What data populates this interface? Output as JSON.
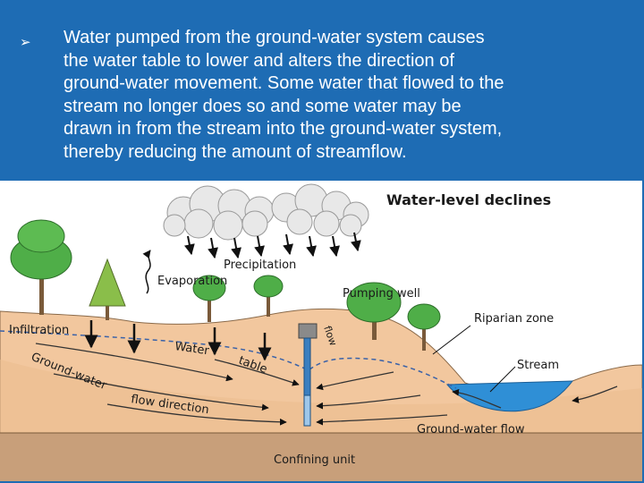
{
  "slide": {
    "bullet_lines": [
      "Water pumped from the ground-water system causes",
      "the water table to lower and alters the direction of",
      "ground-water movement. Some water that flowed to the",
      "stream no longer does so and some water may be",
      "drawn in from the stream into the ground-water system,",
      "thereby reducing the amount of streamflow."
    ]
  },
  "diagram": {
    "title": "Water-level declines",
    "labels": {
      "precipitation": "Precipitation",
      "evaporation": "Evaporation",
      "pumping_well": "Pumping well",
      "riparian_zone": "Riparian zone",
      "infiltration": "Infiltration",
      "water_table_1": "Water",
      "water_table_2": "table",
      "stream": "Stream",
      "gw_flow_direction_1": "Ground-water",
      "gw_flow_direction_2": "flow direction",
      "gw_flow": "Ground-water flow",
      "confining_unit": "Confining unit",
      "flow": "flow"
    },
    "colors": {
      "sky": "#ffffff",
      "land": "#f2c79e",
      "aquifer": "#e7b98c",
      "confining": "#c89f7a",
      "stream_water": "#2f8fd6",
      "well": "#3a7fc0",
      "title_text": "#1a1a1a"
    }
  }
}
